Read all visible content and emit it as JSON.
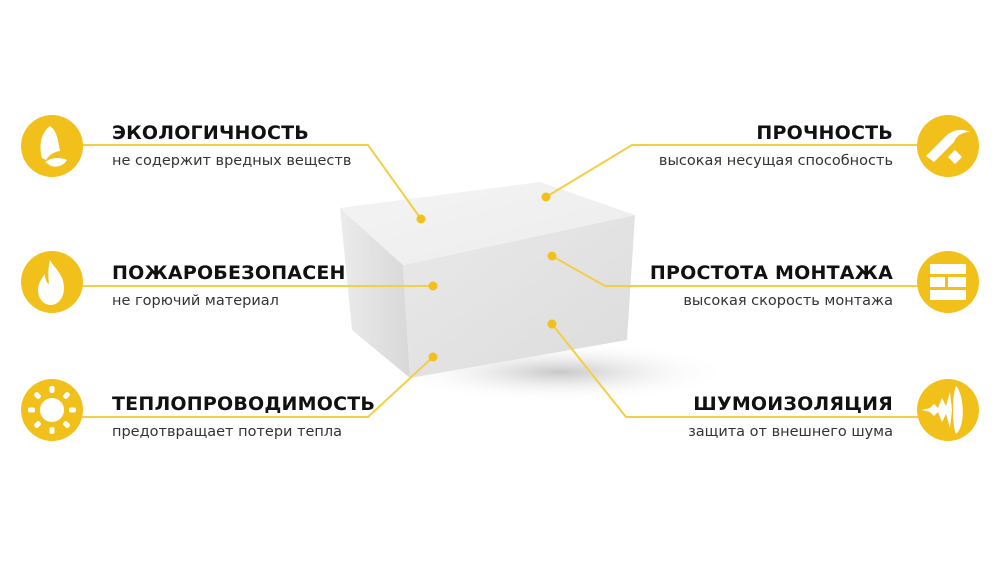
{
  "colors": {
    "accent": "#F2C01A",
    "line": "#F2CF45",
    "title": "#111111",
    "subtitle": "#333333",
    "background": "#FFFFFF"
  },
  "product": {
    "name": "aerated-concrete-block"
  },
  "features": {
    "left": [
      {
        "title": "ЭКОЛОГИЧНОСТЬ",
        "subtitle": "не содержит вредных веществ",
        "icon": "leaf-icon"
      },
      {
        "title": "ПОЖАРОБЕЗОПАСЕН",
        "subtitle": "не горючий материал",
        "icon": "flame-icon"
      },
      {
        "title": "ТЕПЛОПРОВОДИМОСТЬ",
        "subtitle": "предотвращает потери тепла",
        "icon": "sun-icon"
      }
    ],
    "right": [
      {
        "title": "ПРОЧНОСТЬ",
        "subtitle": "высокая несущая способность",
        "icon": "hammer-icon"
      },
      {
        "title": "ПРОСТОТА МОНТАЖА",
        "subtitle": "высокая скорость монтажа",
        "icon": "bricks-icon"
      },
      {
        "title": "ШУМОИЗОЛЯЦИЯ",
        "subtitle": "защита от внешнего шума",
        "icon": "sound-wave-icon"
      }
    ]
  }
}
